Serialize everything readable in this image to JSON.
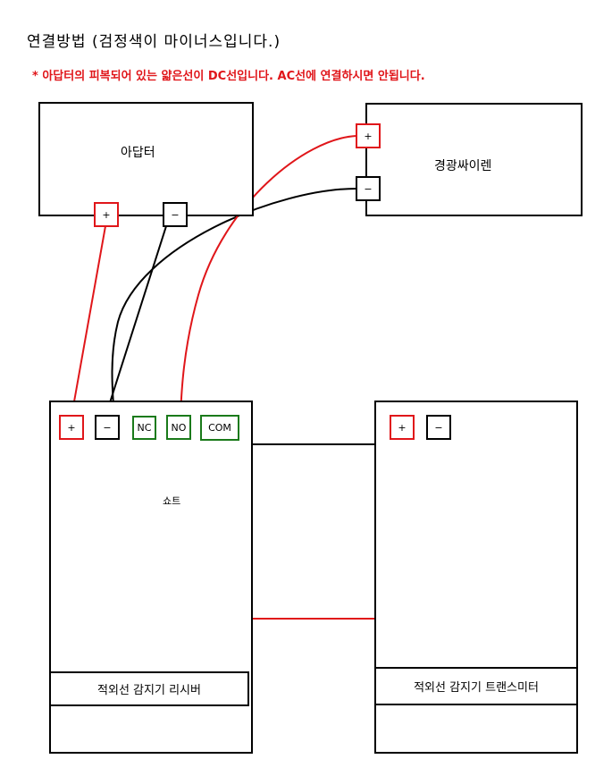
{
  "title": "연결방법 (검정색이 마이너스입니다.)",
  "note": "* 아답터의 피복되어 있는 얇은선이 DC선입니다. AC선에 연결하시면 안됩니다.",
  "devices": {
    "adapter": {
      "label": "아답터",
      "plus": "+",
      "minus": "−"
    },
    "siren": {
      "label": "경광싸이렌",
      "plus": "+",
      "minus": "−"
    },
    "receiver": {
      "label": "적외선 감지기 리시버",
      "terminals": {
        "plus": "+",
        "minus": "−",
        "nc": "NC",
        "no": "NO",
        "com": "COM"
      }
    },
    "transmitter": {
      "label": "적외선 감지기 트랜스미터",
      "terminals": {
        "plus": "+",
        "minus": "−"
      }
    }
  },
  "short_label": "쇼트",
  "colors": {
    "positive": "#e0161a",
    "negative": "#000000",
    "short": "#1a7a1a"
  }
}
